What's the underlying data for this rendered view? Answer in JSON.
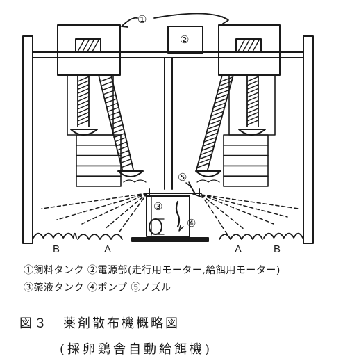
{
  "diagram": {
    "markers": {
      "feed_tank": "①",
      "power_unit": "②",
      "chemical_tank": "③",
      "pump": "④",
      "nozzle": "⑤"
    },
    "zone_labels": [
      "B",
      "A",
      "A",
      "B"
    ],
    "legend": {
      "line1": "①飼料タンク ②電源部(走行用モーター,給餌用モーター)",
      "line2": "③薬液タンク ④ポンプ ⑤ノズル"
    },
    "caption": {
      "title": "図３　薬剤散布機概略図",
      "subtitle": "(採卵鶏舎自動給餌機)"
    }
  }
}
